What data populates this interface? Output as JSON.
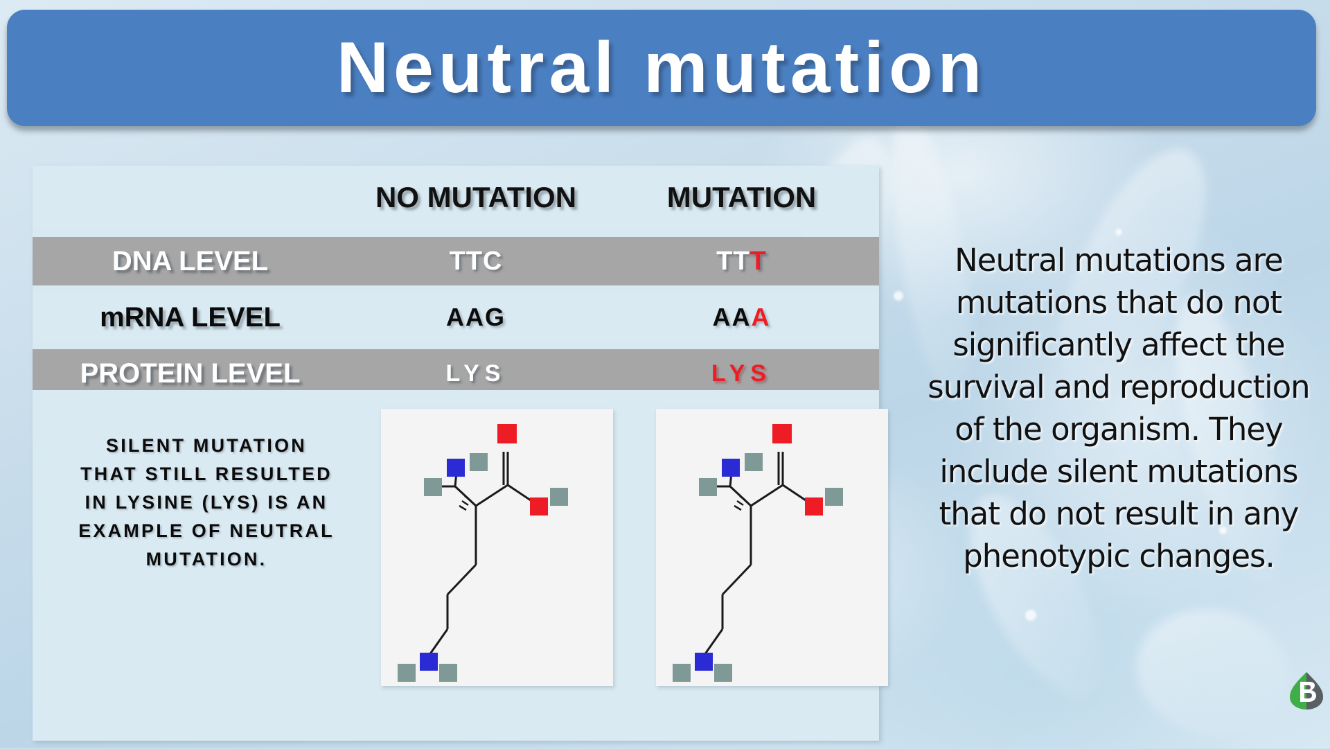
{
  "title": "Neutral mutation",
  "table": {
    "header": {
      "label_col": "",
      "col_a": "NO MUTATION",
      "col_b": "MUTATION"
    },
    "rows": [
      {
        "label": "DNA LEVEL",
        "no_mutation": "TTC",
        "mutation_base": "TT",
        "mutation_changed": "T"
      },
      {
        "label": "mRNA LEVEL",
        "no_mutation": "AAG",
        "mutation_base": "AA",
        "mutation_changed": "A"
      },
      {
        "label": "PROTEIN LEVEL",
        "no_mutation": "LYS",
        "mutation_base": "",
        "mutation_changed": "LYS"
      }
    ]
  },
  "caption": "SILENT MUTATION THAT STILL RESULTED IN LYSINE (LYS) IS AN EXAMPLE OF NEUTRAL MUTATION.",
  "molecules": {
    "left_name": "lysine-structure-no-mutation",
    "right_name": "lysine-structure-mutation"
  },
  "note": "Neutral mutations are mutations that do not significantly affect the survival and reproduction of the organism. They include silent mutations that do not result in any phenotypic changes.",
  "colors": {
    "banner": "#4a7fc1",
    "row_gray": "#a6a6a6",
    "row_light": "#d9eaf2",
    "accent_red": "#ee1c25",
    "logo_green": "#3fae49",
    "logo_dark": "#4a4a4a"
  },
  "logo": {
    "name": "biology-online-logo"
  }
}
